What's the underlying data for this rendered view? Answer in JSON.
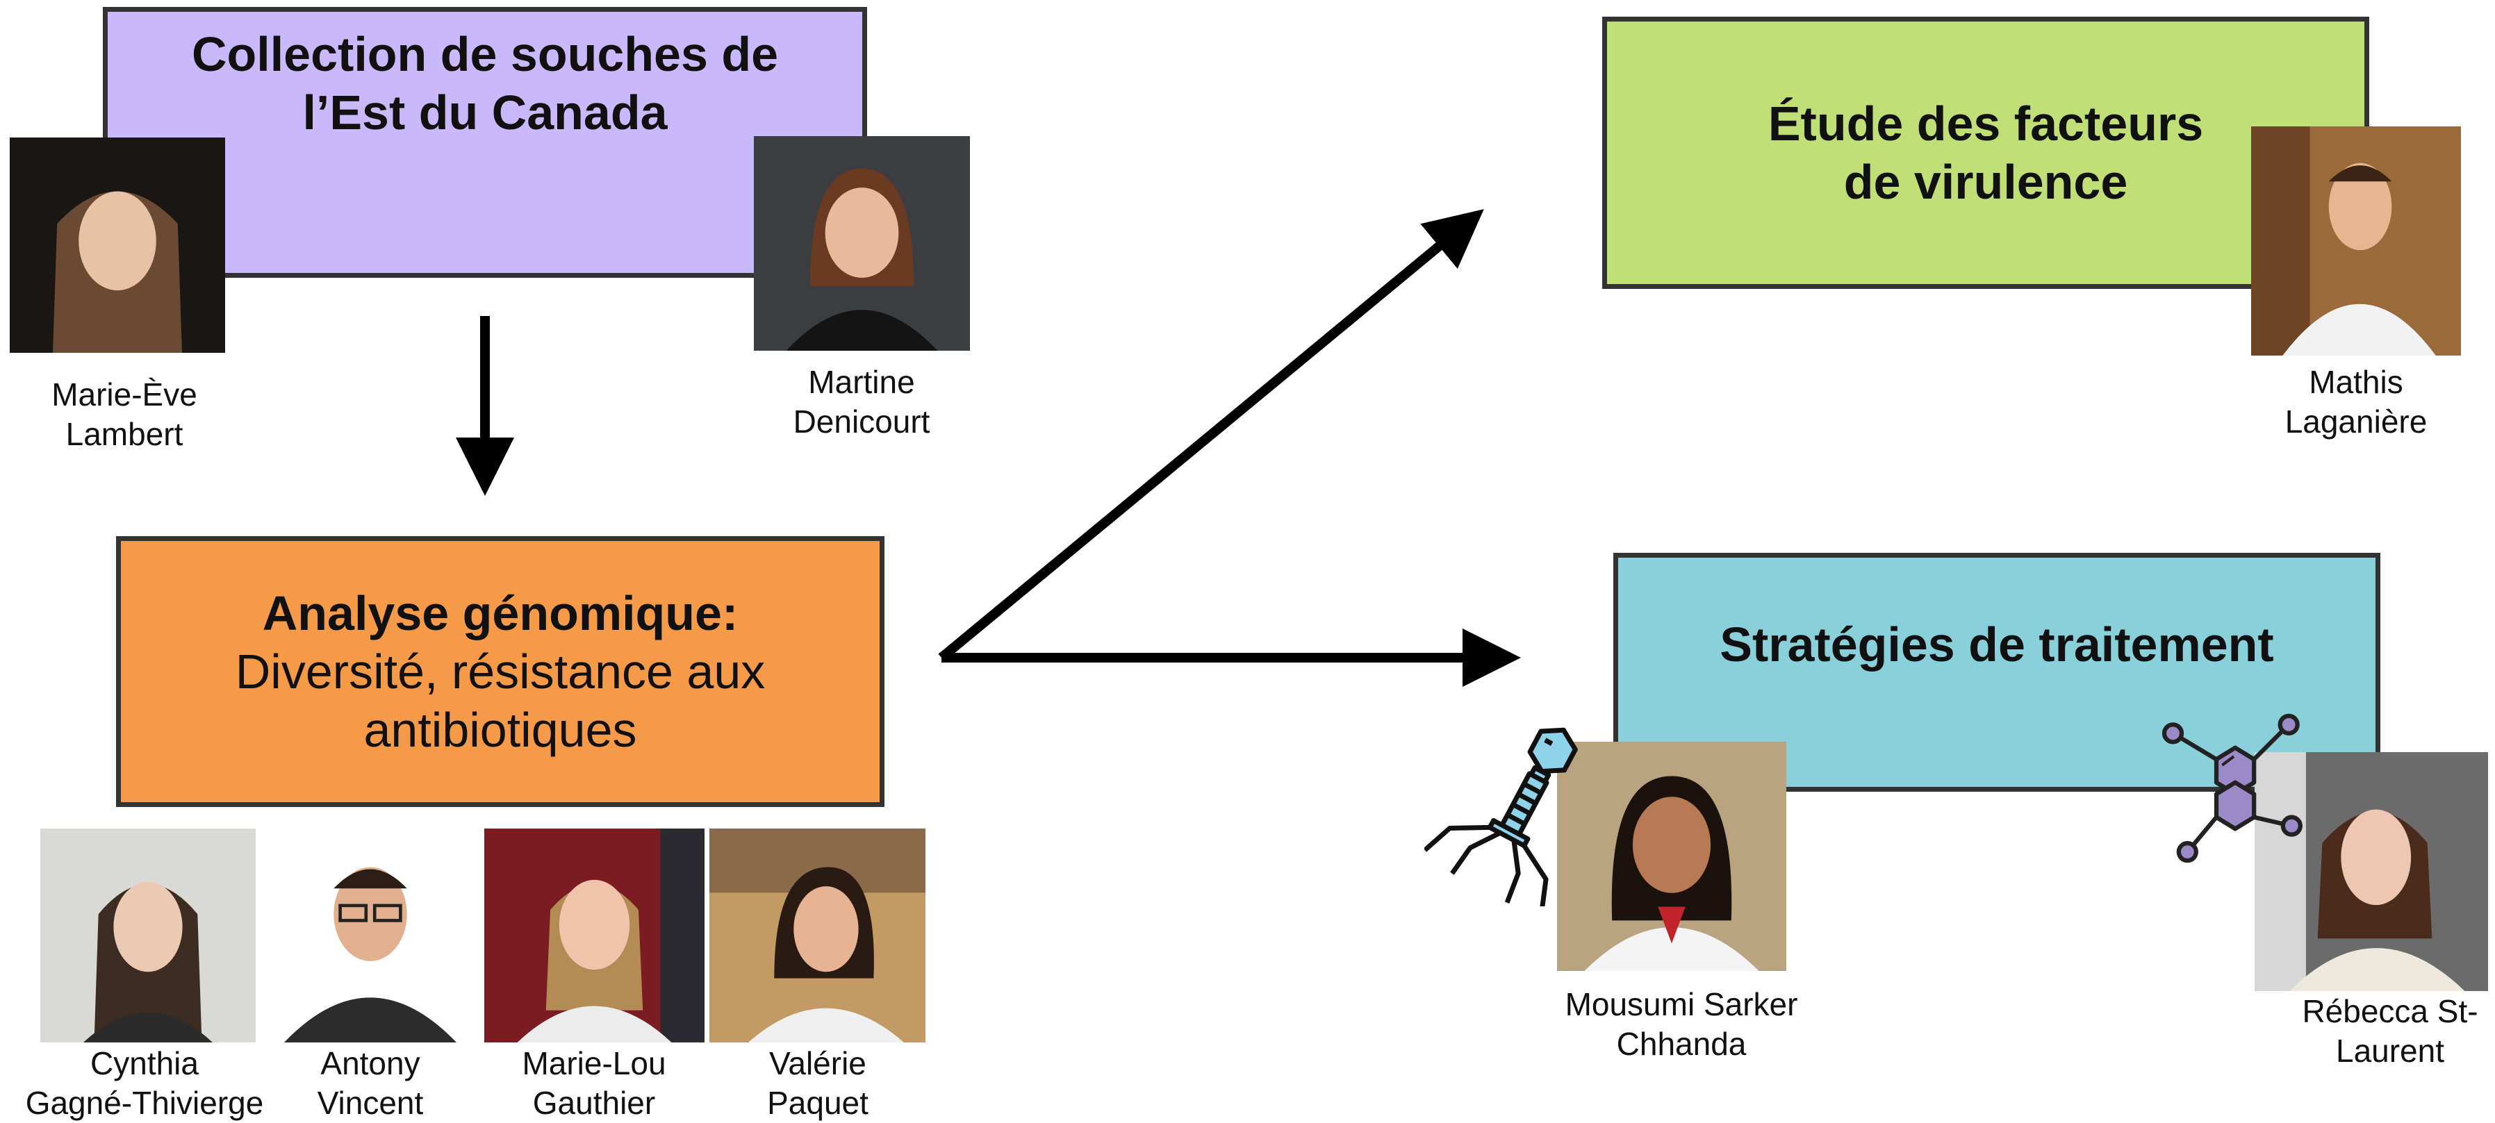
{
  "boxes": {
    "collection": {
      "title": "Collection de souches de l’Est du Canada",
      "color": "#c9b9fb"
    },
    "analyse": {
      "title": "Analyse génomique:",
      "subtitle": "Diversité, résistance aux antibiotiques",
      "color": "#f49a48"
    },
    "etude": {
      "title": "Étude des facteurs de virulence",
      "color": "#c1df77"
    },
    "strategies": {
      "title": "Stratégies de traitement",
      "color": "#8ad0da"
    }
  },
  "people": {
    "marie_eve": {
      "first": "Marie-Ève",
      "last": "Lambert"
    },
    "martine": {
      "first": "Martine",
      "last": "Denicourt"
    },
    "mathis": {
      "first": "Mathis",
      "last": "Laganière"
    },
    "cynthia": {
      "first": "Cynthia",
      "last": "Gagné-Thivierge"
    },
    "antony": {
      "first": "Antony",
      "last": "Vincent"
    },
    "marie_lou": {
      "first": "Marie-Lou",
      "last": "Gauthier"
    },
    "valerie": {
      "first": "Valérie",
      "last": "Paquet"
    },
    "mousumi": {
      "first": "Mousumi Sarker",
      "last": "Chhanda"
    },
    "rebecca": {
      "first": "Rébecca St-",
      "last": "Laurent"
    }
  },
  "icons": {
    "phage": "bacteriophage-icon",
    "molecule": "molecule-icon"
  },
  "colors": {
    "arrow": "#000000",
    "box_border": "#333333",
    "icon_fill_blue": "#8fd3ea",
    "icon_fill_purple": "#9b8ac7"
  }
}
